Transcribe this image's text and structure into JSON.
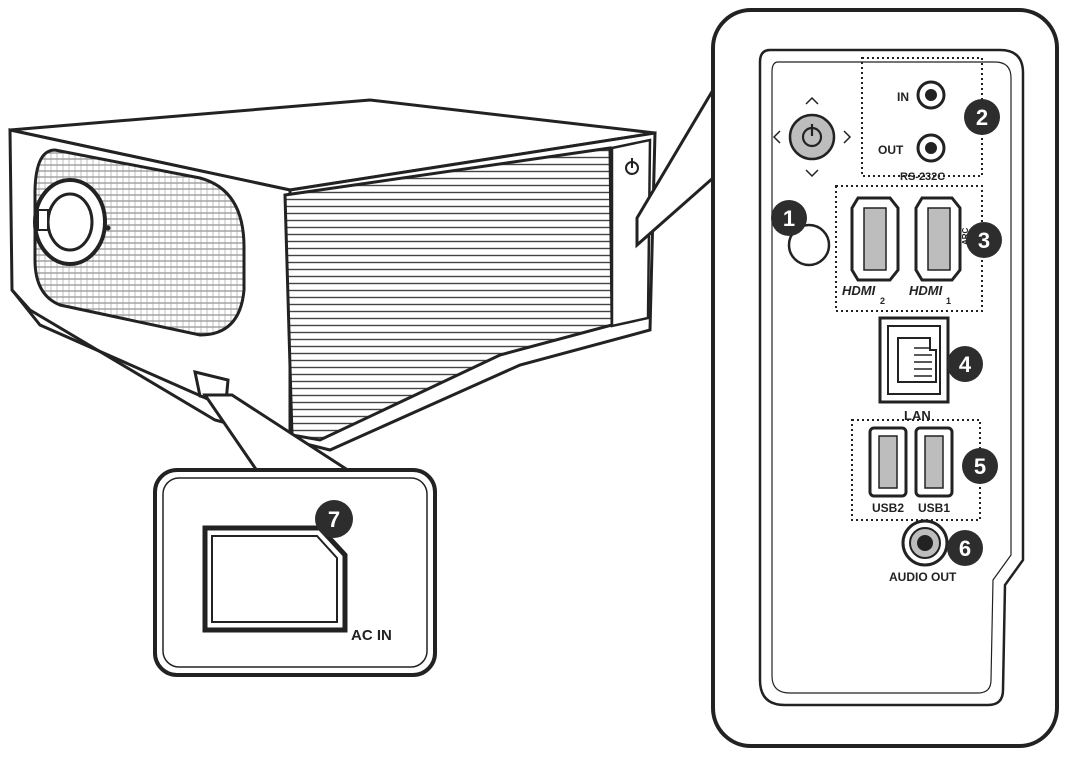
{
  "colors": {
    "ink": "#222222",
    "port_fill": "#bdbdbd",
    "badge": "#2d2d2d"
  },
  "callouts": [
    {
      "number": "1",
      "label": "",
      "icon": "ir-sensor-icon"
    },
    {
      "number": "2",
      "label": "RS-232C",
      "sub_labels": [
        "IN",
        "OUT"
      ],
      "icon": "rs232c-port-icon"
    },
    {
      "number": "3",
      "label": "HDMI",
      "sub_labels": [
        "HDMI 2",
        "HDMI 1"
      ],
      "icon": "hdmi-port-icon"
    },
    {
      "number": "4",
      "label": "LAN",
      "icon": "lan-port-icon"
    },
    {
      "number": "5",
      "label": "USB",
      "sub_labels": [
        "USB2",
        "USB1"
      ],
      "icon": "usb-port-icon"
    },
    {
      "number": "6",
      "label": "AUDIO OUT",
      "icon": "audio-out-jack-icon"
    },
    {
      "number": "7",
      "label": "AC IN",
      "icon": "ac-inlet-icon"
    }
  ],
  "labels": {
    "rs_in": "IN",
    "rs_out": "OUT",
    "rs_group": "RS-232C",
    "hdmi_2": "HDMI",
    "hdmi_2_num": "2",
    "hdmi_1": "HDMI",
    "hdmi_1_num": "1",
    "arc": "ARC",
    "lan": "LAN",
    "usb2": "USB2",
    "usb1": "USB1",
    "audio_out": "AUDIO OUT",
    "ac_in": "AC IN"
  },
  "badges": {
    "b1": "1",
    "b2": "2",
    "b3": "3",
    "b4": "4",
    "b5": "5",
    "b6": "6",
    "b7": "7"
  }
}
